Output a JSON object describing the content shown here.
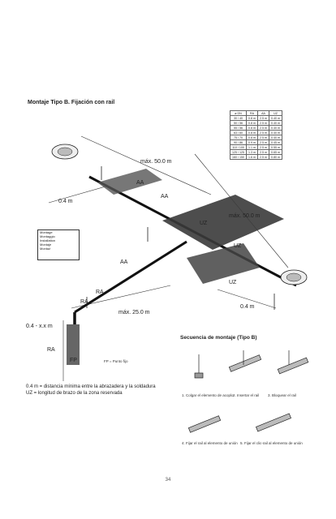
{
  "title": "Montaje Tipo B.  Fijación con rail",
  "table": {
    "headers": [
      "ø DN",
      "RA",
      "AA",
      "UZ"
    ],
    "rows": [
      [
        "30 / 40",
        "0.8 m",
        "2.5 m",
        "0.40 m"
      ],
      [
        "50 / 56",
        "0.8 m",
        "2.5 m",
        "0.40 m"
      ],
      [
        "55 / 56",
        "0.8 m",
        "2.5 m",
        "0.40 m"
      ],
      [
        "63 / 60",
        "0.8 m",
        "2.5 m",
        "0.40 m"
      ],
      [
        "75 / 70",
        "0.8 m",
        "2.5 m",
        "0.40 m"
      ],
      [
        "90 / 86",
        "0.9 m",
        "2.5 m",
        "0.45 m"
      ],
      [
        "110 / 100",
        "1.1 m",
        "2.5 m",
        "0.55 m"
      ],
      [
        "125 / 125",
        "1.3 m",
        "2.5 m",
        "0.65 m"
      ],
      [
        "160 / 150",
        "1.6 m",
        "2.5 m",
        "0.80 m"
      ]
    ]
  },
  "labels": {
    "max50_a": "máx. 50.0 m",
    "max50_b": "máx. 50.0 m",
    "max25": "máx. 25.0 m",
    "aa1": "AA",
    "aa2": "AA",
    "aa3": "AA",
    "uz1": "UZ",
    "uz2": "UZ",
    "uz3": "UZ",
    "ra1": "RA",
    "ra2": "RA",
    "ra3": "RA",
    "dist04a": "0.4 m",
    "dist04b": "0.4 m",
    "dist04x": "0.4 - x.x m",
    "fp": "FP",
    "fp_note": "FP = Punto fijo"
  },
  "legend": [
    "Montage",
    "Montaggio",
    "Installation",
    "Montaje",
    "Montaż"
  ],
  "notes": [
    "0.4 m = distancia mínima entre la abrazadera y la soldadura",
    "UZ = longitud de brazo de la zona reservada"
  ],
  "sequence": {
    "title": "Secuencia de montaje (Tipo B)",
    "captions": [
      "1. Colgar el elemento de acoplo",
      "2. Insertar el rail",
      "3. Bloquear el rail",
      "4. Fijar el rail al elemento de unión",
      "5. Fijar el clic-rail al elemento de unión"
    ]
  },
  "page_number": "34"
}
